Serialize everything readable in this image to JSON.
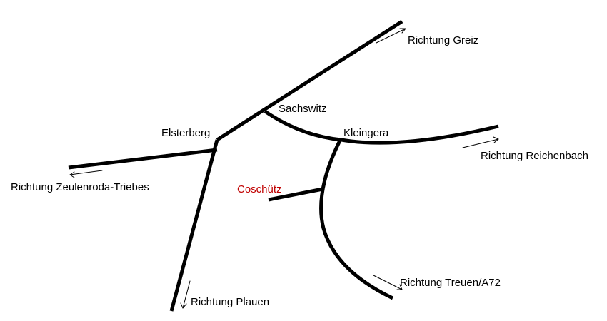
{
  "colors": {
    "background": "#ffffff",
    "road": "#000000",
    "text": "#000000",
    "highlight": "#c00000"
  },
  "places": {
    "elsterberg": "Elsterberg",
    "sachswitz": "Sachswitz",
    "kleingera": "Kleingera",
    "coschuetz": "Coschütz"
  },
  "directions": {
    "greiz": "Richtung Greiz",
    "reichenbach": "Richtung Reichenbach",
    "zeulenroda": "Richtung Zeulenroda-Triebes",
    "treuen": "Richtung Treuen/A72",
    "plauen": "Richtung Plauen"
  }
}
